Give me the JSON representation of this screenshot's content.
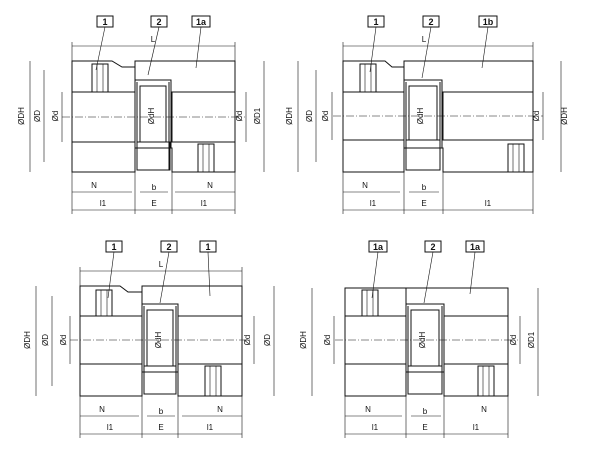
{
  "views": [
    {
      "id": "top-left",
      "callouts": [
        "1",
        "2",
        "1a"
      ],
      "length_label": "L",
      "left_diameters": [
        "ØDH",
        "ØD",
        "Ød"
      ],
      "center_label": "ØdH",
      "right_diameters": [
        "Ød",
        "ØD1"
      ],
      "bottom_upper": [
        "N",
        "b",
        "N"
      ],
      "bottom_lower": [
        "l1",
        "E",
        "l1"
      ]
    },
    {
      "id": "top-right",
      "callouts": [
        "1",
        "2",
        "1b"
      ],
      "length_label": "L",
      "left_diameters": [
        "ØDH",
        "ØD",
        "Ød"
      ],
      "center_label": "ØdH",
      "right_diameters": [
        "Ød",
        "ØDH"
      ],
      "bottom_upper": [
        "N",
        "b"
      ],
      "bottom_lower": [
        "l1",
        "E",
        "l1"
      ]
    },
    {
      "id": "bottom-left",
      "callouts": [
        "1",
        "2",
        "1"
      ],
      "length_label": "L",
      "left_diameters": [
        "ØDH",
        "ØD",
        "Ød"
      ],
      "center_label": "ØdH",
      "right_diameters": [
        "Ød",
        "ØD"
      ],
      "bottom_upper": [
        "N",
        "b",
        "N"
      ],
      "bottom_lower": [
        "l1",
        "E",
        "l1"
      ]
    },
    {
      "id": "bottom-right",
      "callouts": [
        "1a",
        "2",
        "1a"
      ],
      "length_label": "",
      "left_diameters": [
        "ØDH",
        "Ød"
      ],
      "center_label": "ØdH",
      "right_diameters": [
        "Ød",
        "ØD1"
      ],
      "bottom_upper": [
        "N",
        "b",
        "N"
      ],
      "bottom_lower": [
        "l1",
        "E",
        "l1"
      ]
    }
  ]
}
